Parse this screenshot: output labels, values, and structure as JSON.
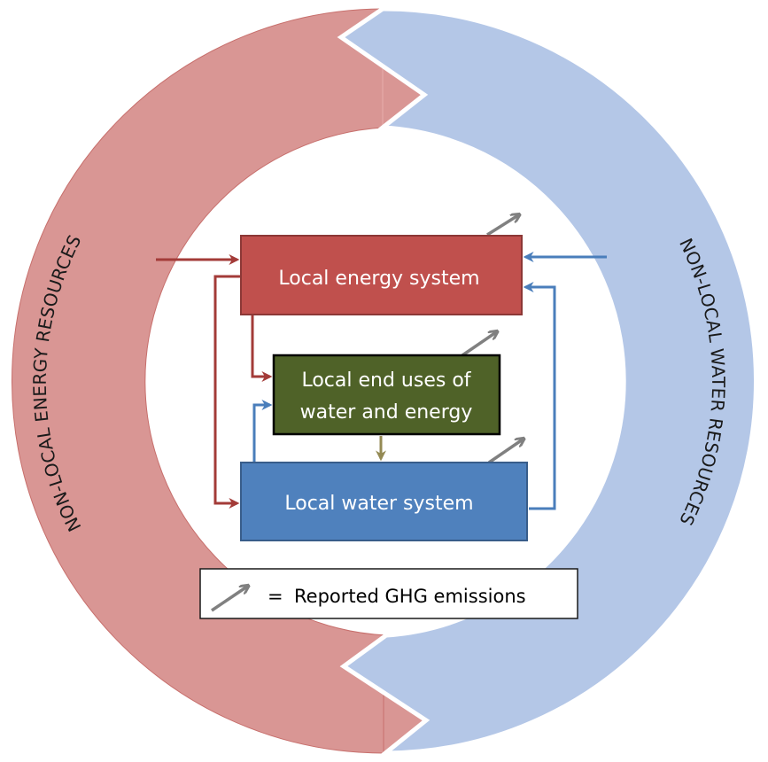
{
  "ring": {
    "left_label": "NON-LOCAL ENERGY RESOURCES",
    "right_label": "NON-LOCAL WATER RESOURCES",
    "energy_color": "#d99694",
    "water_color": "#b4c7e7"
  },
  "boxes": {
    "energy": {
      "label": "Local energy system",
      "color": "#c0504d",
      "border": "#8c3836"
    },
    "end_uses": {
      "line1": "Local end uses of",
      "line2": "water and energy",
      "color": "#4f6228",
      "border": "#000000"
    },
    "water": {
      "label": "Local water system",
      "color": "#4f81bd",
      "border": "#385d8a"
    }
  },
  "arrows": {
    "energy_flow_color": "#a33b38",
    "water_flow_color": "#4a7ebb",
    "end_use_flow_color": "#948a54",
    "emission_color": "#808080"
  },
  "legend": {
    "equals": "=",
    "text": "Reported GHG emissions"
  }
}
